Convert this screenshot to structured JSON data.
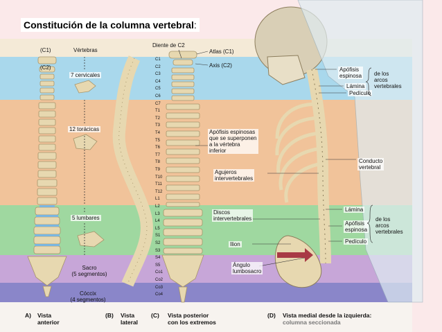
{
  "title": "Constitución de la columna vertebral",
  "title_suffix": ":",
  "colors": {
    "page_bg": "#fbe9ea",
    "band_top": "#f4ead7",
    "band_cervical": "#a9d8ec",
    "band_thoracic": "#f1c39a",
    "band_lumbar": "#9fd8a0",
    "band_sacrum": "#c7a6d8",
    "band_coccyx": "#8a86c9",
    "bone": "#e7d8b0",
    "bone_dark": "#a6946a",
    "disc": "#7ab6e0",
    "arrow": "#a83a45"
  },
  "labels": {
    "c1": "(C1)",
    "c2": "(C2)",
    "vertebras": "Vértebras",
    "cervicales": "7 cervicales",
    "toracicas": "12 torácicas",
    "lumbares": "5 lumbares",
    "sacro_1": "Sacro",
    "sacro_2": "(5 segmentos)",
    "coccix_1": "Cóccix",
    "coccix_2": "(4 segmentos)",
    "diente": "Diente de C2",
    "atlas": "Atlas (C1)",
    "axis": "Axis (C2)",
    "apofisis_esp_1": "Apófisis",
    "apofisis_esp_2": "espinosa",
    "lamina": "Lámina",
    "pediculo": "Pedículo",
    "de_los_1": "de los",
    "arcos_1": "arcos",
    "vertebrales_1": "vertebrales",
    "apo_sup_1": "Apófisis espinosas",
    "apo_sup_2": "que se superponen",
    "apo_sup_3": "a la vértebra",
    "apo_sup_4": "inferior",
    "conducto_1": "Conducto",
    "conducto_2": "vertebral",
    "agujeros_1": "Agujeros",
    "agujeros_2": "intervertebrales",
    "discos_1": "Discos",
    "discos_2": "intervertebrales",
    "lamina_2": "Lámina",
    "apofisis_b_1": "Apófisis",
    "apofisis_b_2": "espinosa",
    "pediculo_2": "Pedículo",
    "de_los_2": "de los",
    "arcos_2": "arcos",
    "vertebrales_2": "vertebrales",
    "ilion": "Ilion",
    "angulo_1": "Ángulo",
    "angulo_2": "lumbosacro",
    "vert_levels": [
      "C1",
      "C2",
      "C3",
      "C4",
      "C5",
      "C6",
      "C7",
      "T1",
      "T2",
      "T3",
      "T4",
      "T5",
      "T6",
      "T7",
      "T8",
      "T9",
      "T10",
      "T11",
      "T12",
      "L1",
      "L2",
      "L3",
      "L4",
      "L5",
      "S1",
      "S2",
      "S3",
      "S4",
      "S5",
      "Co1",
      "Co2",
      "Co3",
      "Co4"
    ]
  },
  "captions": {
    "a_key": "A)",
    "a_1": "Vista",
    "a_2": "anterior",
    "b_key": "(B)",
    "b_1": "Vista",
    "b_2": "lateral",
    "c_key": "(C)",
    "c_1": "Vista posterior",
    "c_2": "con los extremos",
    "d_key": "(D)",
    "d_1": "Vista medial desde la izquierda:",
    "d_2": "columna seccionada"
  }
}
